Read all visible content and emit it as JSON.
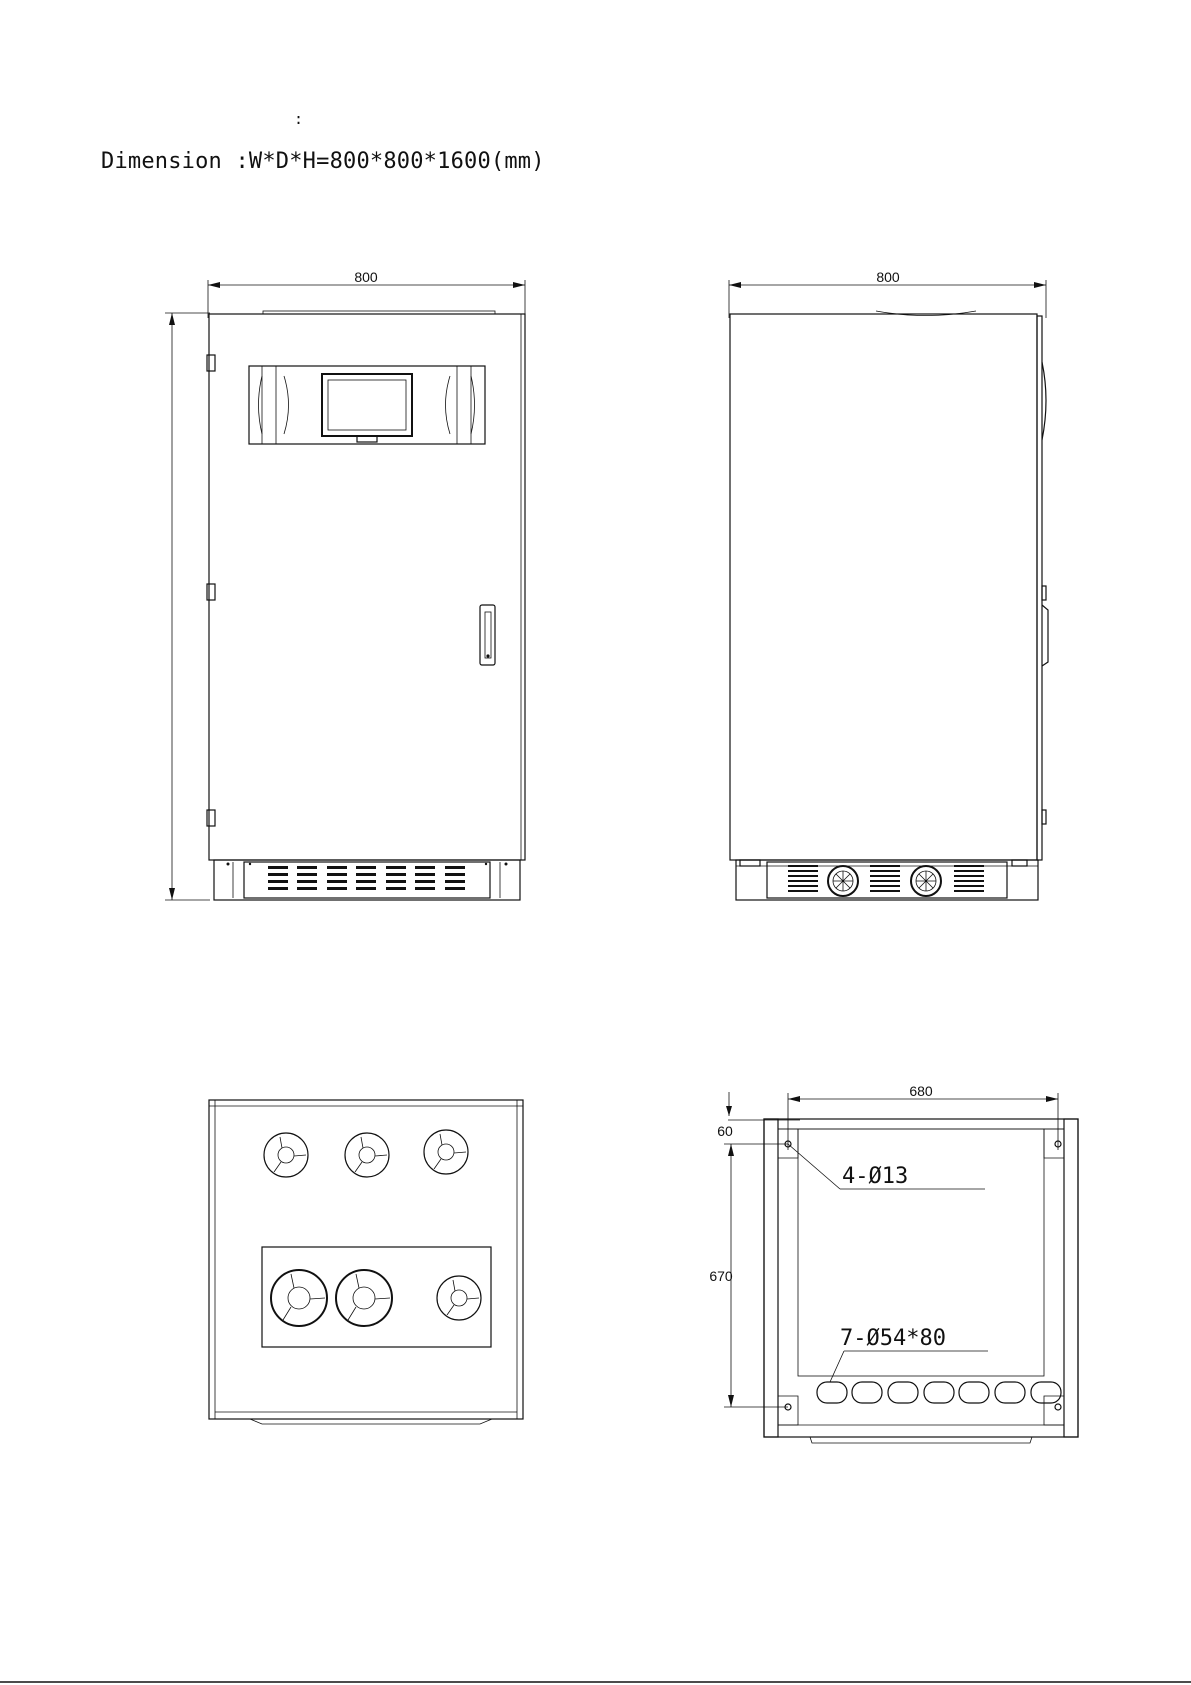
{
  "header": {
    "colon_mark": ":",
    "dimension_text": "Dimension :W*D*H=800*800*1600(mm)"
  },
  "front_view": {
    "width_dim": "800"
  },
  "side_view": {
    "width_dim": "800"
  },
  "base_plan": {
    "span_dim": "680",
    "offset_dim": "60",
    "depth_dim": "670",
    "mount_holes_note": "4-Ø13",
    "cable_holes_note": "7-Ø54*80"
  }
}
